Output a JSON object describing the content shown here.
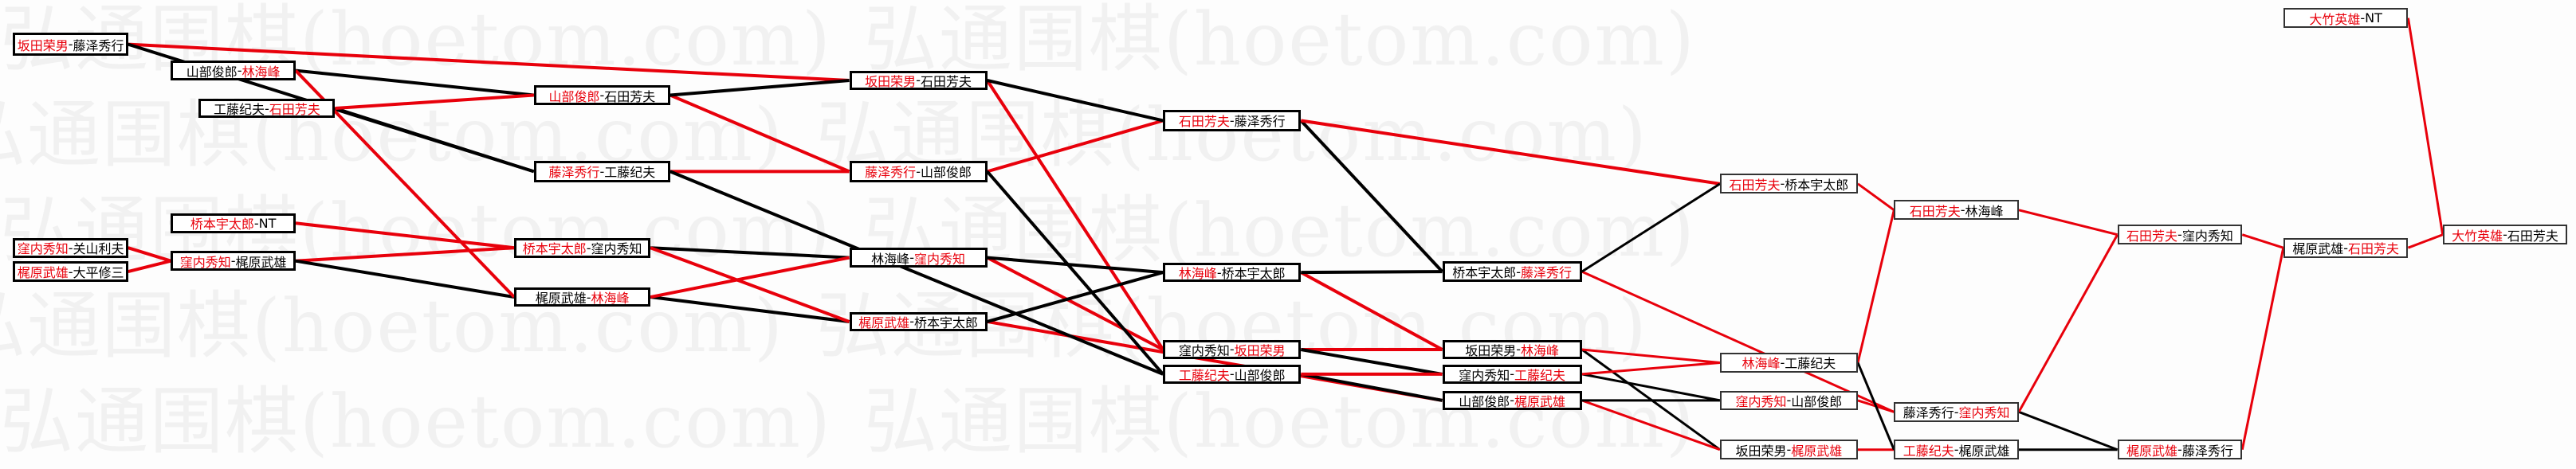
{
  "watermark": "弘通围棋(hoetom.com)",
  "separator": "-",
  "colors": {
    "winner": "#e8000b",
    "loser": "#000000"
  },
  "rounds": [
    {
      "matches": [
        {
          "p1": "坂田荣男",
          "p2": "藤泽秀行",
          "winner": 1
        },
        {
          "p1": "窪内秀知",
          "p2": "关山利夫",
          "winner": 1
        },
        {
          "p1": "梶原武雄",
          "p2": "大平修三",
          "winner": 1
        }
      ]
    },
    {
      "matches": [
        {
          "p1": "山部俊郎",
          "p2": "林海峰",
          "winner": 2
        },
        {
          "p1": "工藤纪夫",
          "p2": "石田芳夫",
          "winner": 2
        },
        {
          "p1": "桥本宇太郎",
          "p2": "NT",
          "winner": 1
        },
        {
          "p1": "窪内秀知",
          "p2": "梶原武雄",
          "winner": 1
        }
      ]
    },
    {
      "matches": [
        {
          "p1": "山部俊郎",
          "p2": "石田芳夫",
          "winner": 1
        },
        {
          "p1": "藤泽秀行",
          "p2": "工藤纪夫",
          "winner": 1
        },
        {
          "p1": "桥本宇太郎",
          "p2": "窪内秀知",
          "winner": 1
        },
        {
          "p1": "梶原武雄",
          "p2": "林海峰",
          "winner": 2
        }
      ]
    },
    {
      "matches": [
        {
          "p1": "坂田荣男",
          "p2": "石田芳夫",
          "winner": 1
        },
        {
          "p1": "藤泽秀行",
          "p2": "山部俊郎",
          "winner": 1
        },
        {
          "p1": "林海峰",
          "p2": "窪内秀知",
          "winner": 2
        },
        {
          "p1": "梶原武雄",
          "p2": "桥本宇太郎",
          "winner": 1
        }
      ]
    },
    {
      "matches": [
        {
          "p1": "石田芳夫",
          "p2": "藤泽秀行",
          "winner": 1
        },
        {
          "p1": "林海峰",
          "p2": "桥本宇太郎",
          "winner": 1
        },
        {
          "p1": "窪内秀知",
          "p2": "坂田荣男",
          "winner": 2
        },
        {
          "p1": "工藤纪夫",
          "p2": "山部俊郎",
          "winner": 1
        }
      ]
    },
    {
      "matches": [
        {
          "p1": "桥本宇太郎",
          "p2": "藤泽秀行",
          "winner": 2
        },
        {
          "p1": "坂田荣男",
          "p2": "林海峰",
          "winner": 2
        },
        {
          "p1": "窪内秀知",
          "p2": "工藤纪夫",
          "winner": 2
        },
        {
          "p1": "山部俊郎",
          "p2": "梶原武雄",
          "winner": 2
        }
      ]
    },
    {
      "matches": [
        {
          "p1": "石田芳夫",
          "p2": "桥本宇太郎",
          "winner": 1
        },
        {
          "p1": "林海峰",
          "p2": "工藤纪夫",
          "winner": 1
        },
        {
          "p1": "窪内秀知",
          "p2": "山部俊郎",
          "winner": 1
        },
        {
          "p1": "坂田荣男",
          "p2": "梶原武雄",
          "winner": 2
        }
      ]
    },
    {
      "matches": [
        {
          "p1": "石田芳夫",
          "p2": "林海峰",
          "winner": 1
        },
        {
          "p1": "藤泽秀行",
          "p2": "窪内秀知",
          "winner": 2
        },
        {
          "p1": "工藤纪夫",
          "p2": "梶原武雄",
          "winner": 1
        }
      ]
    },
    {
      "matches": [
        {
          "p1": "石田芳夫",
          "p2": "窪内秀知",
          "winner": 1
        },
        {
          "p1": "梶原武雄",
          "p2": "藤泽秀行",
          "winner": 1
        }
      ]
    },
    {
      "matches": [
        {
          "p1": "大竹英雄",
          "p2": "NT",
          "winner": 1
        },
        {
          "p1": "梶原武雄",
          "p2": "石田芳夫",
          "winner": 2
        }
      ]
    },
    {
      "matches": [
        {
          "p1": "大竹英雄",
          "p2": "石田芳夫",
          "winner": 1
        }
      ]
    }
  ]
}
